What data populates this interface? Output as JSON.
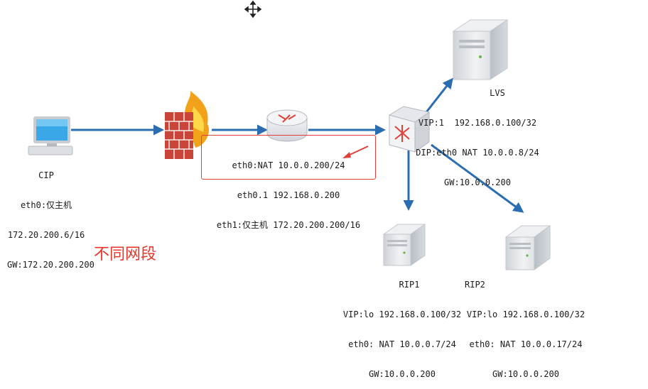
{
  "client": {
    "name": "CIP",
    "lines": [
      "eth0:仅主机",
      "172.20.200.6/16",
      "GW:172.20.200.200"
    ]
  },
  "router": {
    "lines": [
      "eth0:NAT 10.0.0.200/24",
      "eth0.1 192.168.0.200",
      "eth1:仅主机 172.20.200.200/16"
    ]
  },
  "lvs": {
    "name": "LVS",
    "lines": [
      "VIP:1  192.168.0.100/32",
      "DIP:eth0 NAT 10.0.0.8/24",
      "GW:10.0.0.200"
    ]
  },
  "rip1": {
    "name": "RIP1",
    "lines": [
      "VIP:lo 192.168.0.100/32",
      "eth0: NAT 10.0.0.7/24",
      "GW:10.0.0.200"
    ]
  },
  "rip2": {
    "name": "RIP2",
    "lines": [
      "VIP:lo 192.168.0.100/32",
      "eth0: NAT 10.0.0.17/24",
      "GW:10.0.0.200"
    ]
  },
  "note": "不同网段",
  "colors": {
    "arrow": "#2a6db0",
    "highlight": "#e0403a",
    "note": "#e8352a"
  }
}
